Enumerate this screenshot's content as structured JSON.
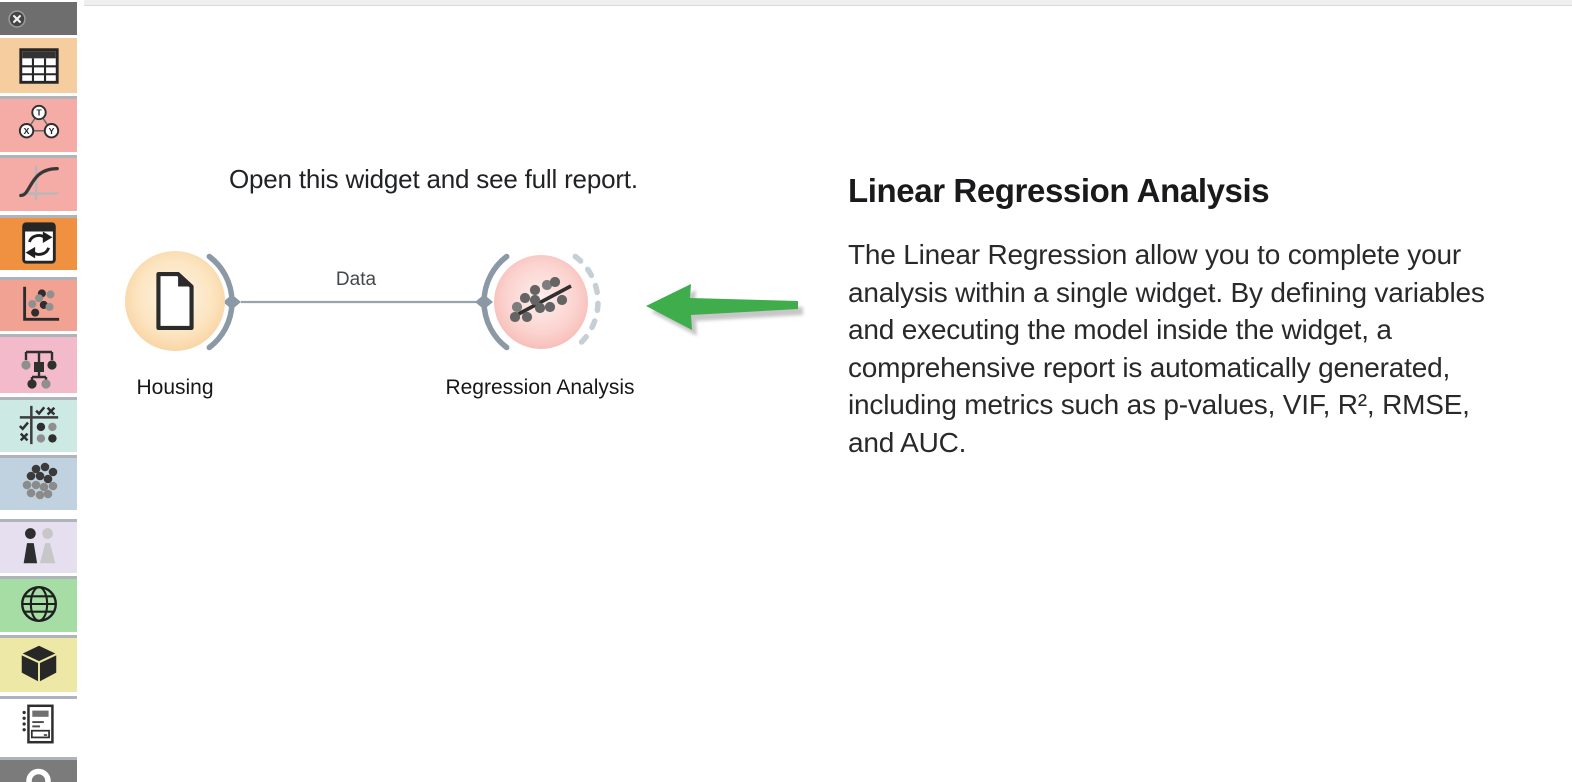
{
  "sidebar": {
    "close_button": {
      "icon": "close-x-icon"
    },
    "items": [
      {
        "name": "table",
        "icon": "table-grid-icon",
        "color": "#f6cd9e"
      },
      {
        "name": "txy",
        "icon": "txy-triangle-icon",
        "color": "#f5aba6",
        "letters": [
          "T",
          "X",
          "Y"
        ]
      },
      {
        "name": "sigmoid",
        "icon": "sigmoid-curve-icon",
        "color": "#f5aba6"
      },
      {
        "name": "cycle",
        "icon": "cycle-arrows-icon",
        "color": "#ef9140"
      },
      {
        "name": "scatter",
        "icon": "scatter-plot-icon",
        "color": "#f2a293"
      },
      {
        "name": "tree",
        "icon": "tree-diagram-icon",
        "color": "#f3bacc"
      },
      {
        "name": "evaluate",
        "icon": "check-cross-grid-icon",
        "color": "#cde9e3"
      },
      {
        "name": "cluster",
        "icon": "dot-cluster-icon",
        "color": "#c0d2df"
      },
      {
        "name": "people",
        "icon": "two-people-icon",
        "color": "#e5dff0"
      },
      {
        "name": "globe",
        "icon": "globe-icon",
        "color": "#a6dda4"
      },
      {
        "name": "cube",
        "icon": "cube-3d-icon",
        "color": "#eee8a6"
      },
      {
        "name": "report",
        "icon": "report-document-icon",
        "color": "#ffffff"
      },
      {
        "name": "search",
        "icon": "magnifier-icon",
        "color": "#7b7b7b"
      }
    ]
  },
  "canvas": {
    "annotation": "Open this widget and see full report.",
    "link": {
      "label": "Data",
      "line_color": "#98a3ac",
      "port_color": "#8b98a5",
      "dashed_port_color": "#c6cfd6"
    },
    "widgets": [
      {
        "label": "Housing",
        "icon": "file-document-icon",
        "color": "#f5c286"
      },
      {
        "label": "Regression Analysis",
        "icon": "scatter-regression-icon",
        "color": "#f4a69f"
      }
    ],
    "arrow": {
      "icon": "green-left-arrow-icon",
      "color": "#3fad4b"
    }
  },
  "description": {
    "title": "Linear Regression Analysis",
    "body": "The Linear Regression allow you to complete your analysis within a single widget. By defining variables and executing the model inside the widget, a comprehensive report is automatically generated, including metrics such as p-values, VIF, R², RMSE, and AUC."
  }
}
